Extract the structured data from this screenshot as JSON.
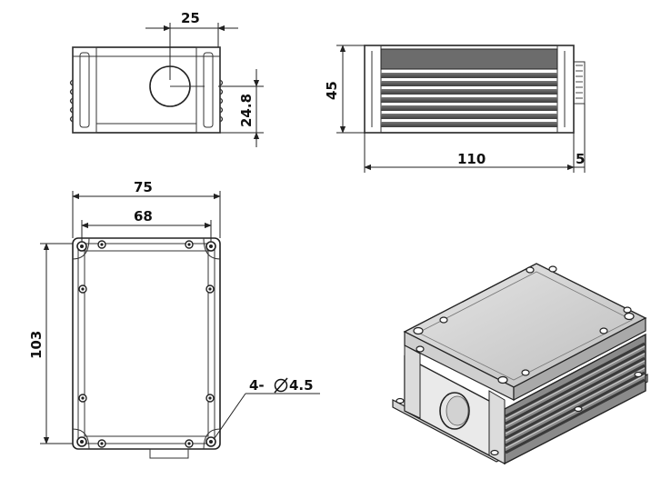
{
  "dimensions": {
    "front_hole_offset": "25",
    "front_hole_height": "24.8",
    "side_height": "45",
    "side_length": "110",
    "side_connector": "5",
    "top_overall_width": "75",
    "top_hole_spacing_width": "68",
    "top_length": "103",
    "mounting_holes": "4-",
    "hole_diameter": "4.5"
  },
  "colors": {
    "line": "#222222",
    "housing_dark": "#5a5a5a",
    "housing_light": "#d8d8d8",
    "panel": "#f2f2f2"
  }
}
